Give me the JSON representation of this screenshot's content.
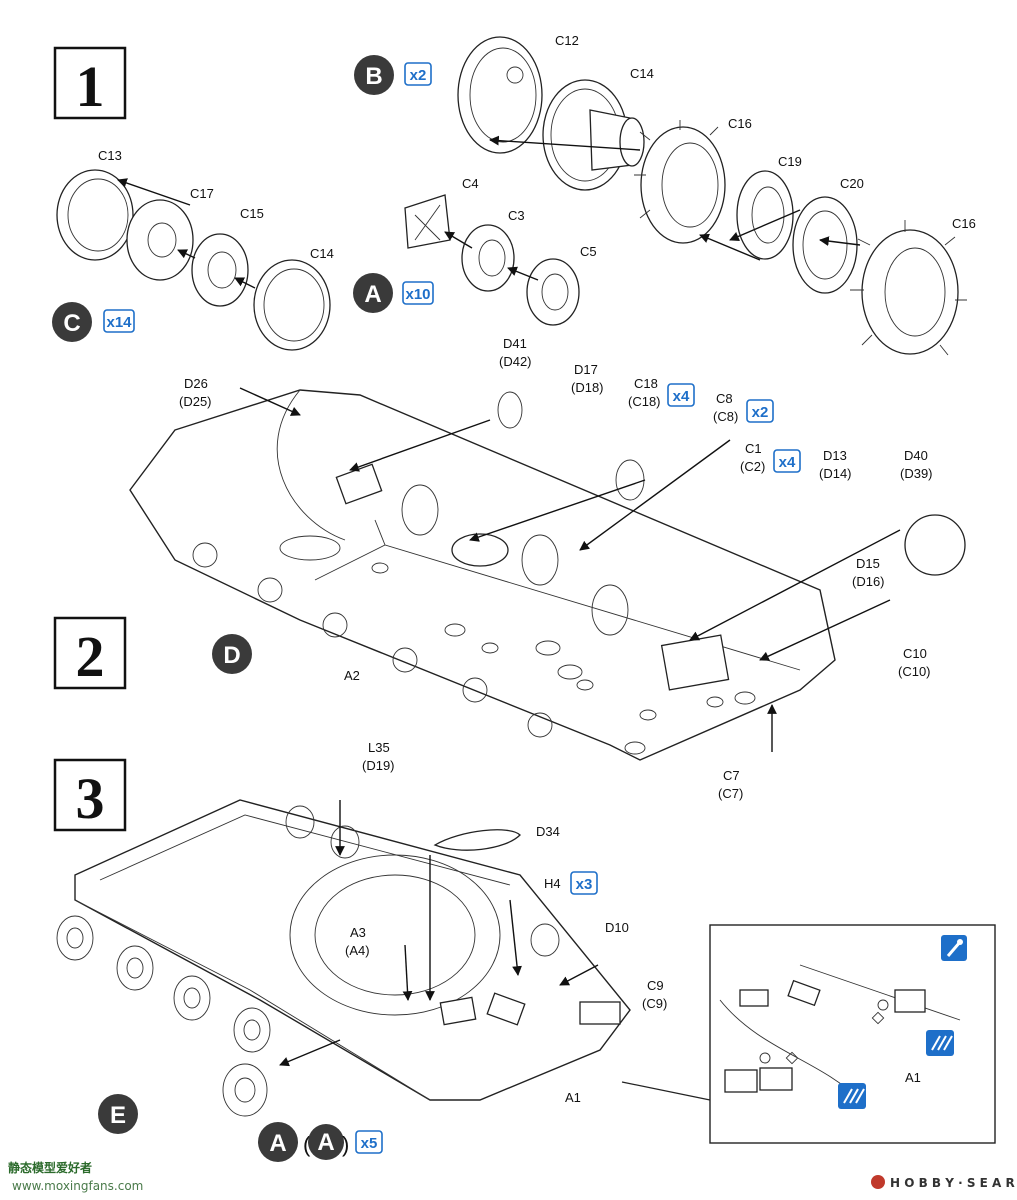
{
  "steps": [
    {
      "number": "1"
    },
    {
      "number": "2"
    },
    {
      "number": "3"
    }
  ],
  "step1": {
    "sub_b": {
      "letter": "B",
      "multiplier": "x2"
    },
    "sub_a": {
      "letter": "A",
      "multiplier": "x10"
    },
    "sub_c": {
      "letter": "C",
      "multiplier": "x14"
    },
    "labels": [
      "C12",
      "C14",
      "C16",
      "C19",
      "C20",
      "C16",
      "C4",
      "C3",
      "C5",
      "C13",
      "C17",
      "C15",
      "C14"
    ]
  },
  "step2": {
    "sub_d": {
      "letter": "D"
    },
    "labels": {
      "d26": [
        "D26",
        "(D25)"
      ],
      "d41": [
        "D41",
        "(D42)"
      ],
      "d17": [
        "D17",
        "(D18)"
      ],
      "c18": [
        "C18",
        "(C18)"
      ],
      "c18_mult": "x4",
      "c8": [
        "C8",
        "(C8)"
      ],
      "c8_mult": "x2",
      "c1": [
        "C1",
        "(C2)"
      ],
      "c1_mult": "x4",
      "d13": [
        "D13",
        "(D14)"
      ],
      "d40": [
        "D40",
        "(D39)"
      ],
      "d15": [
        "D15",
        "(D16)"
      ],
      "c10": [
        "C10",
        "(C10)"
      ],
      "c7": [
        "C7",
        "(C7)"
      ],
      "a2": "A2"
    }
  },
  "step3": {
    "sub_e": {
      "letter": "E"
    },
    "bottom_a": {
      "letter": "A",
      "letter_paren": "(A)",
      "multiplier": "x5"
    },
    "labels": {
      "l35": [
        "L35",
        "(D19)"
      ],
      "d34": "D34",
      "h4": "H4",
      "h4_mult": "x3",
      "a3": [
        "A3",
        "(A4)"
      ],
      "d10": "D10",
      "c9": [
        "C9",
        "(C9)"
      ],
      "a1": "A1",
      "inset_a1": "A1"
    }
  },
  "watermarks": {
    "left_cn": "静态模型爱好者",
    "left_url": "www.moxingfans.com",
    "right": "H O B B Y · S E A R C H"
  },
  "colors": {
    "accent_blue": "#1e6fc9",
    "badge_grey": "#3a3a3a"
  }
}
